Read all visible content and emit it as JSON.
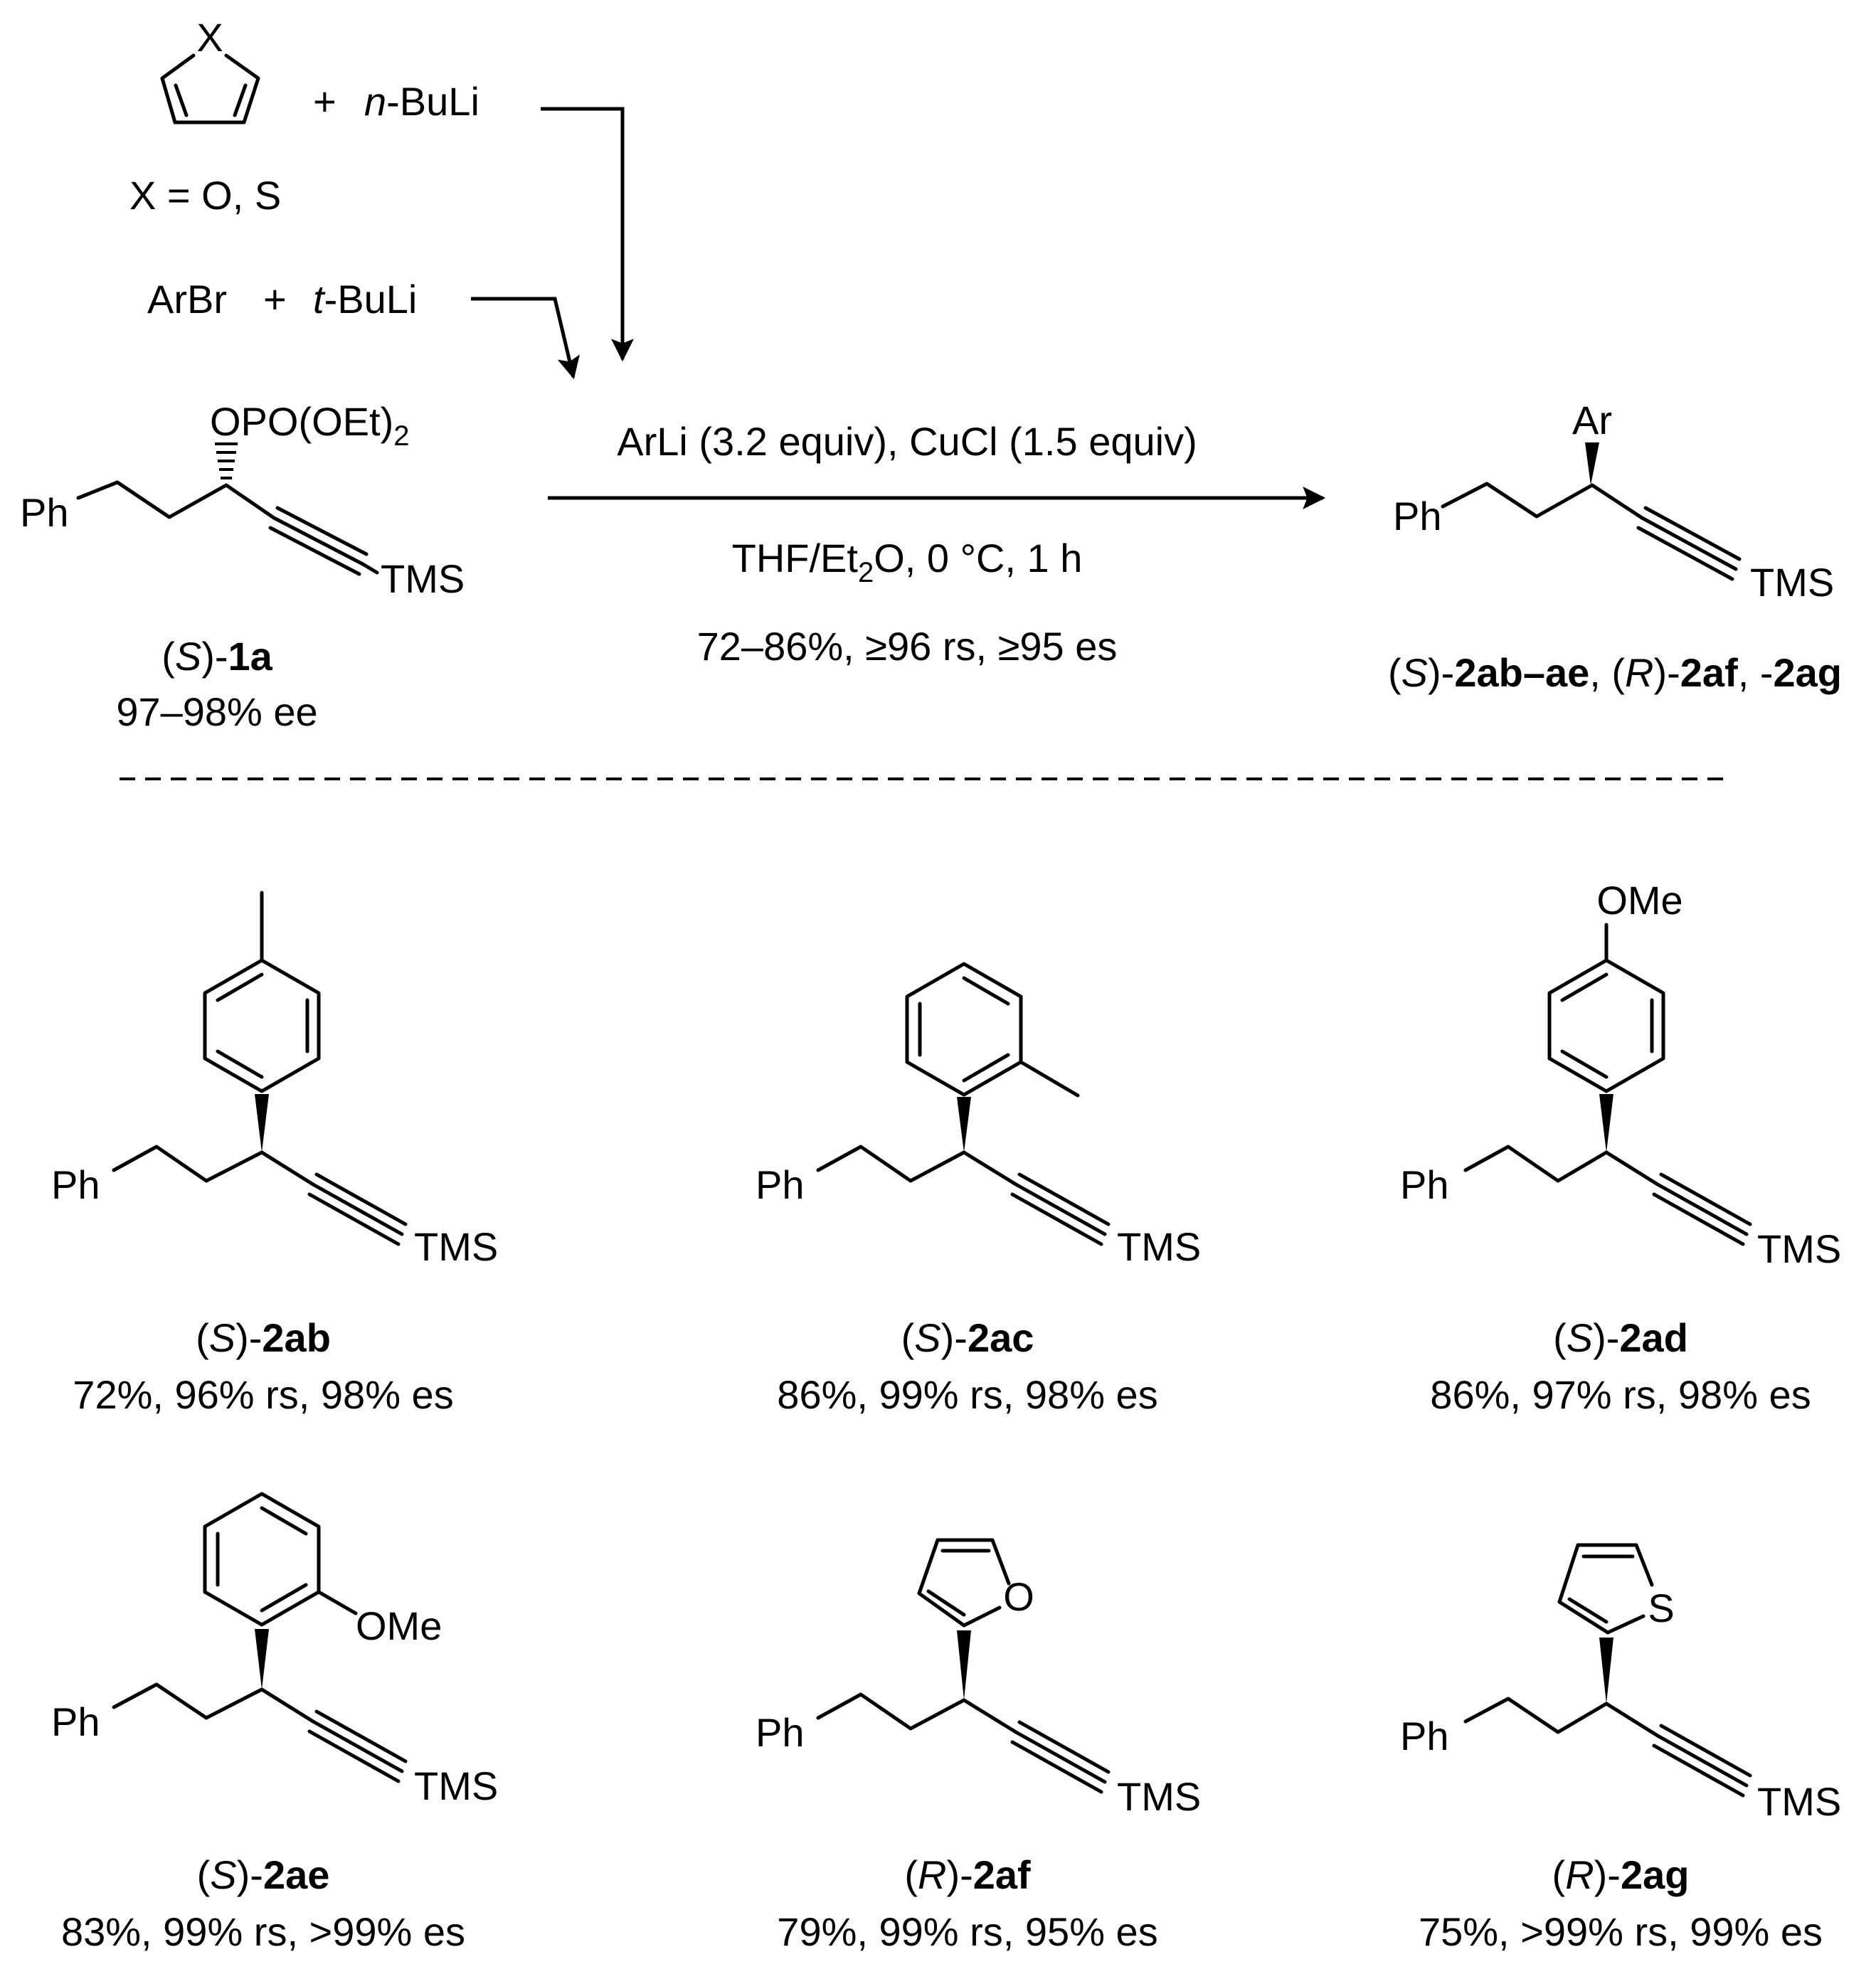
{
  "reagents": {
    "heterocycle_atom": "X",
    "plus1": "+",
    "nbuli": "n",
    "nbuli_rest": "-BuLi",
    "x_def": "X = O, S",
    "arbr": "ArBr",
    "plus2": "+",
    "tbuli": "t",
    "tbuli_rest": "-BuLi"
  },
  "starting_material": {
    "opo_main": "OPO(OEt)",
    "opo_sub": "2",
    "ph": "Ph",
    "tms": "TMS",
    "label_open": "(",
    "label_stereo": "S",
    "label_close": ")-",
    "label_bold": "1a",
    "ee": "97–98% ee"
  },
  "conditions": {
    "line1": "ArLi (3.2 equiv), CuCl (1.5 equiv)",
    "line2_pre": "THF/Et",
    "line2_sub": "2",
    "line2_post": "O, 0 °C, 1 h",
    "line3": "72–86%, ≥96 rs, ≥95 es"
  },
  "product_general": {
    "ar": "Ar",
    "ph": "Ph",
    "tms": "TMS",
    "l1": "(",
    "l2": "S",
    "l3": ")-",
    "l4": "2ab–ae",
    "l5": ", (",
    "l6": "R",
    "l7": ")-",
    "l8": "2af",
    "l9": ", -",
    "l10": "2ag"
  },
  "products": [
    {
      "stereo": "S",
      "id": "2ab",
      "result": "72%, 96% rs, 98% es",
      "ph": "Ph",
      "tms": "TMS",
      "sub": ""
    },
    {
      "stereo": "S",
      "id": "2ac",
      "result": "86%, 99% rs, 98% es",
      "ph": "Ph",
      "tms": "TMS",
      "sub": ""
    },
    {
      "stereo": "S",
      "id": "2ad",
      "result": "86%, 97% rs, 98% es",
      "ph": "Ph",
      "tms": "TMS",
      "sub": "OMe"
    },
    {
      "stereo": "S",
      "id": "2ae",
      "result": "83%, 99% rs, >99% es",
      "ph": "Ph",
      "tms": "TMS",
      "sub": "OMe"
    },
    {
      "stereo": "R",
      "id": "2af",
      "result": "79%, 99% rs, 95% es",
      "ph": "Ph",
      "tms": "TMS",
      "sub": "O"
    },
    {
      "stereo": "R",
      "id": "2ag",
      "result": "75%, >99% rs, 99% es",
      "ph": "Ph",
      "tms": "TMS",
      "sub": "S"
    }
  ]
}
